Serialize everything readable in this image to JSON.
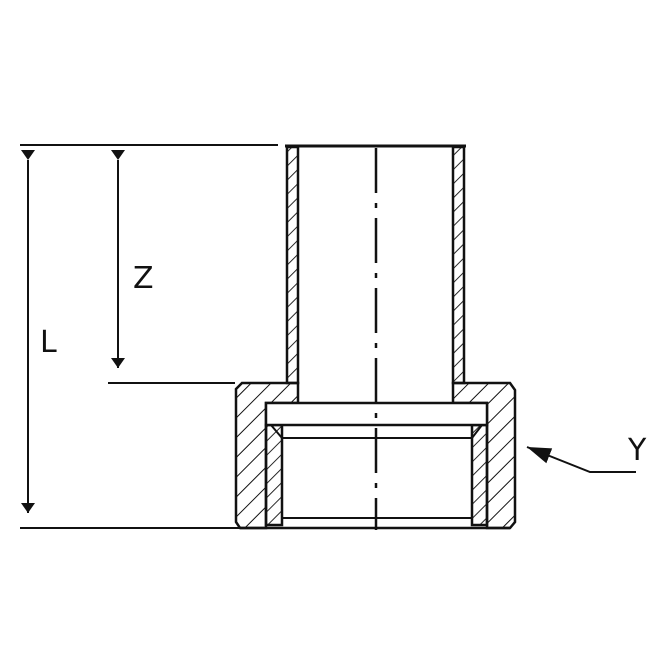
{
  "labels": {
    "L": "L",
    "Z": "Z",
    "Y": "Y"
  },
  "colors": {
    "line": "#111111",
    "background": "#ffffff"
  }
}
